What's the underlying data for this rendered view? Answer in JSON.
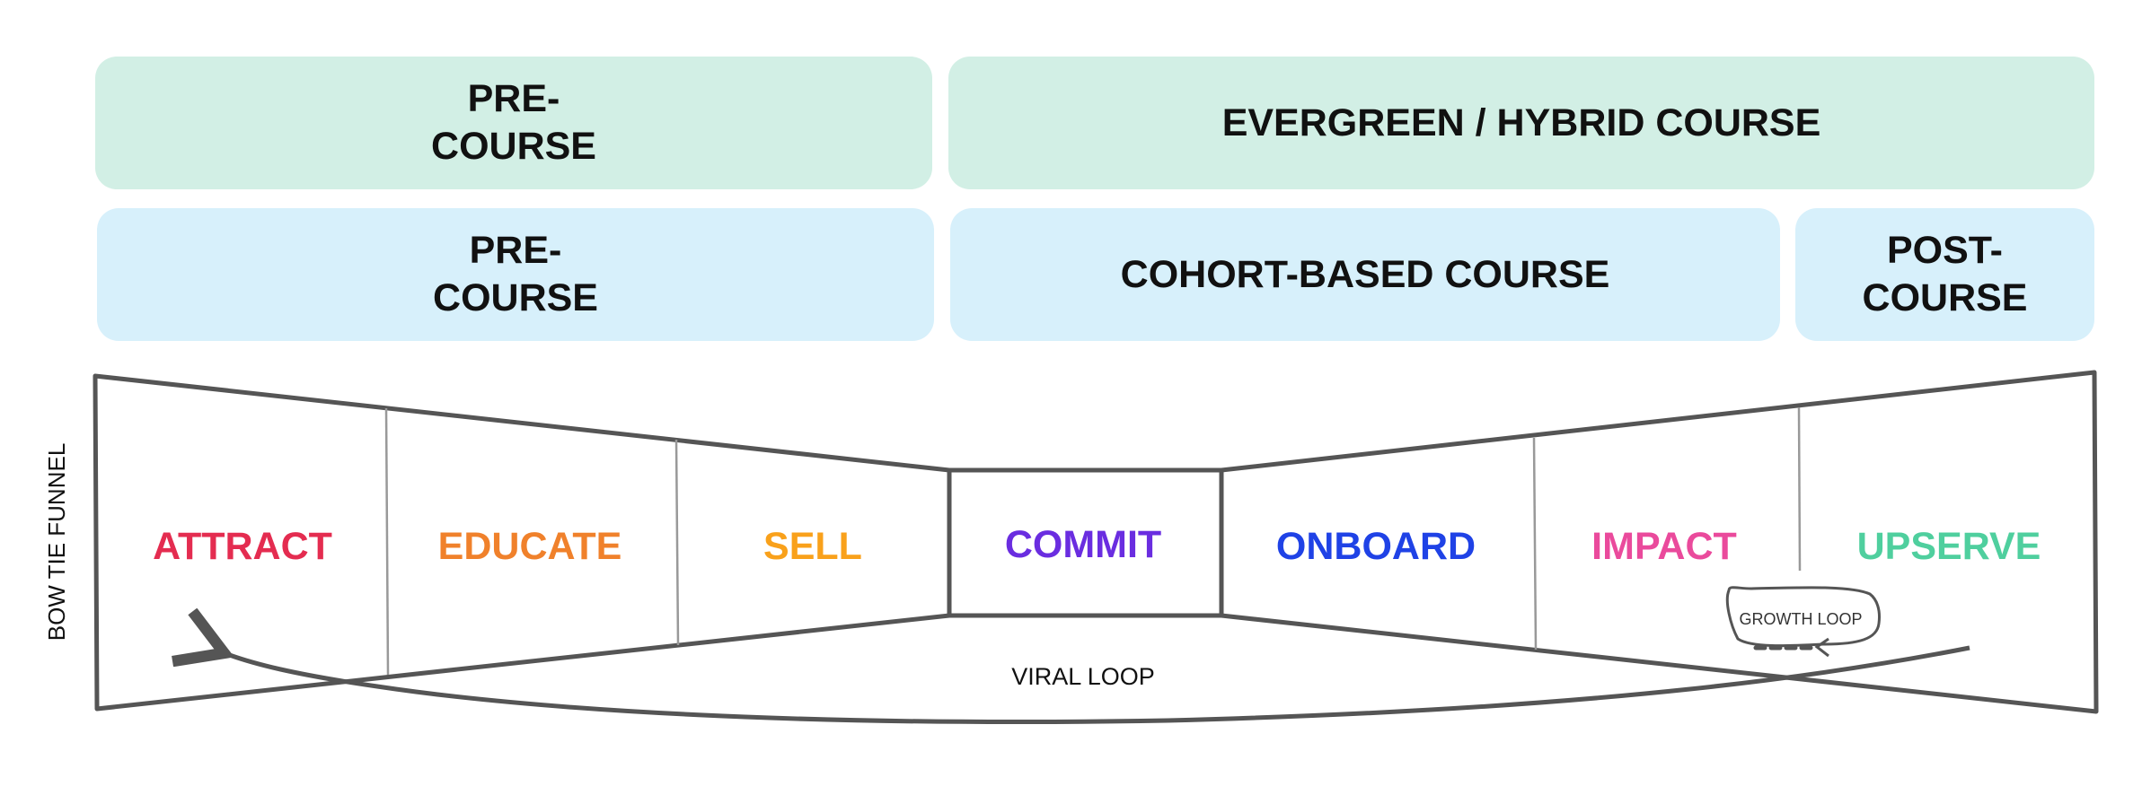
{
  "header_row_1": [
    {
      "label": "PRE-COURSE"
    },
    {
      "label": "EVERGREEN / HYBRID COURSE"
    }
  ],
  "header_row_2": [
    {
      "label": "PRE-COURSE"
    },
    {
      "label": "COHORT-BASED COURSE"
    },
    {
      "label": "POST-COURSE"
    }
  ],
  "funnel": {
    "side_label": "BOW TIE FUNNEL",
    "stages": [
      {
        "label": "ATTRACT",
        "color": "#e42c50"
      },
      {
        "label": "EDUCATE",
        "color": "#f0812b"
      },
      {
        "label": "SELL",
        "color": "#f9a11b"
      },
      {
        "label": "COMMIT",
        "color": "#6a2de0"
      },
      {
        "label": "ONBOARD",
        "color": "#1f42e6"
      },
      {
        "label": "IMPACT",
        "color": "#ea4a9c"
      },
      {
        "label": "UPSERVE",
        "color": "#4fcf9e"
      }
    ],
    "viral_loop_label": "VIRAL LOOP",
    "growth_loop_label": "GROWTH LOOP"
  }
}
